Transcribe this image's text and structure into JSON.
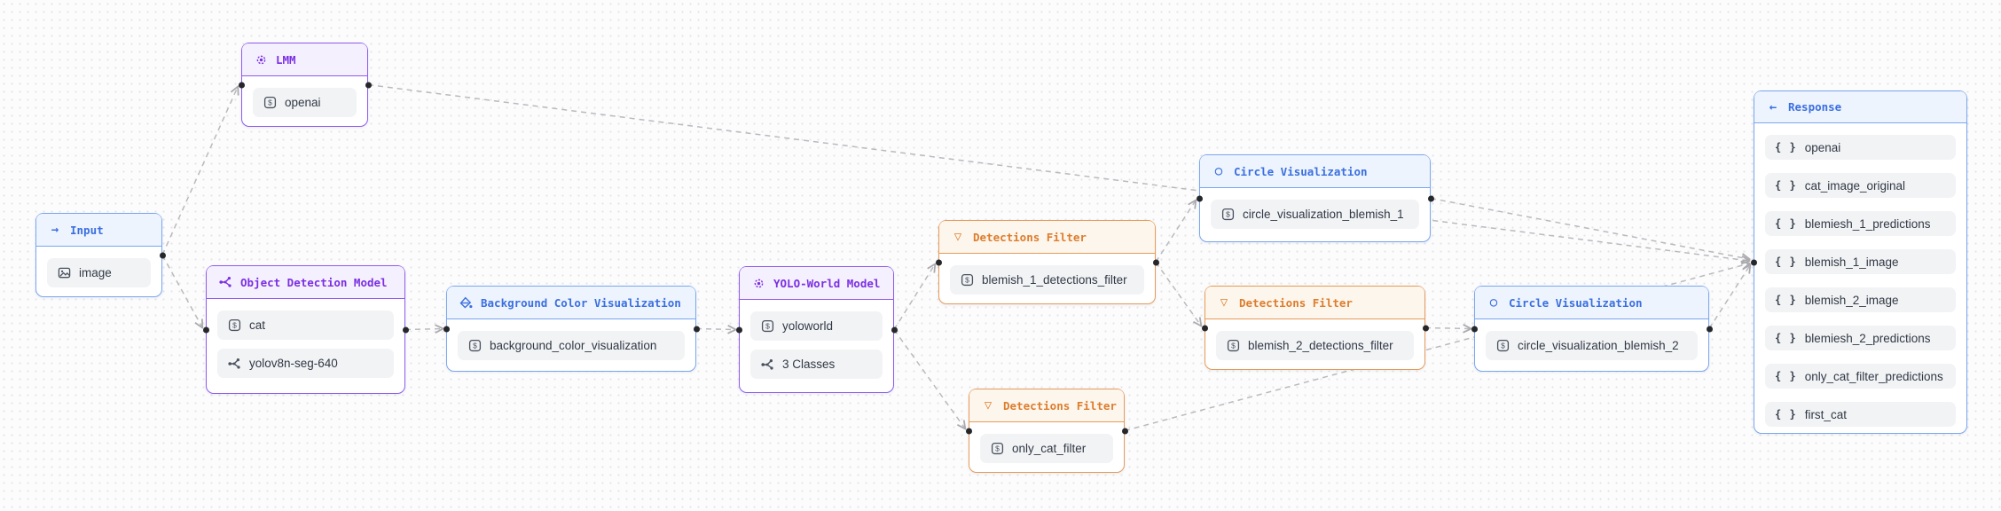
{
  "theme": {
    "blue": {
      "border": "#7aa6f0",
      "header_bg": "#edf4fd",
      "text": "#3b6fe0"
    },
    "purple": {
      "border": "#8e5bef",
      "header_bg": "#f5f0fd",
      "text": "#7a2fe3"
    },
    "orange": {
      "border": "#e79b5b",
      "header_bg": "#fdf6ec",
      "text": "#dd7d2e"
    },
    "row_bg": "#f2f3f5",
    "edge": "#b9babd",
    "port": "#26272b"
  },
  "nodes": {
    "input": {
      "title": "Input",
      "icon": "arrow-right-icon",
      "color": "blue",
      "items": [
        {
          "icon": "image-icon",
          "label": "image"
        }
      ]
    },
    "lmm": {
      "title": "LMM",
      "icon": "gear-icon",
      "color": "purple",
      "items": [
        {
          "icon": "dollar-param-icon",
          "label": "openai"
        }
      ]
    },
    "object_detection_model": {
      "title": "Object Detection Model",
      "icon": "model-graph-icon",
      "color": "purple",
      "items": [
        {
          "icon": "dollar-param-icon",
          "label": "cat"
        },
        {
          "icon": "model-graph-icon",
          "label": "yolov8n-seg-640"
        }
      ]
    },
    "background_color_visualization": {
      "title": "Background Color Visualization",
      "icon": "paint-bucket-icon",
      "color": "blue",
      "items": [
        {
          "icon": "dollar-param-icon",
          "label": "background_color_visualization"
        }
      ]
    },
    "yolo_world_model": {
      "title": "YOLO-World Model",
      "icon": "gear-icon",
      "color": "purple",
      "items": [
        {
          "icon": "dollar-param-icon",
          "label": "yoloworld"
        },
        {
          "icon": "model-graph-icon",
          "label": "3 Classes"
        }
      ]
    },
    "detections_filter_blemish_1": {
      "title": "Detections Filter",
      "icon": "funnel-icon",
      "color": "orange",
      "items": [
        {
          "icon": "dollar-param-icon",
          "label": "blemish_1_detections_filter"
        }
      ]
    },
    "circle_visualization_blemish_1": {
      "title": "Circle Visualization",
      "icon": "circle-icon",
      "color": "blue",
      "items": [
        {
          "icon": "dollar-param-icon",
          "label": "circle_visualization_blemish_1"
        }
      ]
    },
    "detections_filter_blemish_2": {
      "title": "Detections Filter",
      "icon": "funnel-icon",
      "color": "orange",
      "items": [
        {
          "icon": "dollar-param-icon",
          "label": "blemish_2_detections_filter"
        }
      ]
    },
    "circle_visualization_blemish_2": {
      "title": "Circle Visualization",
      "icon": "circle-icon",
      "color": "blue",
      "items": [
        {
          "icon": "dollar-param-icon",
          "label": "circle_visualization_blemish_2"
        }
      ]
    },
    "detections_filter_only_cat": {
      "title": "Detections Filter",
      "icon": "funnel-icon",
      "color": "orange",
      "items": [
        {
          "icon": "dollar-param-icon",
          "label": "only_cat_filter"
        }
      ]
    },
    "response": {
      "title": "Response",
      "icon": "arrow-left-icon",
      "color": "blue",
      "items": [
        {
          "icon": "braces-icon",
          "label": "openai"
        },
        {
          "icon": "braces-icon",
          "label": "cat_image_original"
        },
        {
          "icon": "braces-icon",
          "label": "blemiesh_1_predictions"
        },
        {
          "icon": "braces-icon",
          "label": "blemish_1_image"
        },
        {
          "icon": "braces-icon",
          "label": "blemish_2_image"
        },
        {
          "icon": "braces-icon",
          "label": "blemiesh_2_predictions"
        },
        {
          "icon": "braces-icon",
          "label": "only_cat_filter_predictions"
        },
        {
          "icon": "braces-icon",
          "label": "first_cat"
        }
      ]
    }
  },
  "edges": [
    {
      "from": "input",
      "to": "lmm"
    },
    {
      "from": "input",
      "to": "object_detection_model"
    },
    {
      "from": "lmm",
      "to": "response"
    },
    {
      "from": "object_detection_model",
      "to": "background_color_visualization"
    },
    {
      "from": "background_color_visualization",
      "to": "yolo_world_model"
    },
    {
      "from": "yolo_world_model",
      "to": "detections_filter_blemish_1"
    },
    {
      "from": "yolo_world_model",
      "to": "detections_filter_only_cat"
    },
    {
      "from": "detections_filter_blemish_1",
      "to": "circle_visualization_blemish_1"
    },
    {
      "from": "detections_filter_blemish_1",
      "to": "detections_filter_blemish_2"
    },
    {
      "from": "detections_filter_blemish_2",
      "to": "circle_visualization_blemish_2"
    },
    {
      "from": "circle_visualization_blemish_1",
      "to": "response"
    },
    {
      "from": "circle_visualization_blemish_2",
      "to": "response"
    },
    {
      "from": "detections_filter_only_cat",
      "to": "response"
    }
  ]
}
